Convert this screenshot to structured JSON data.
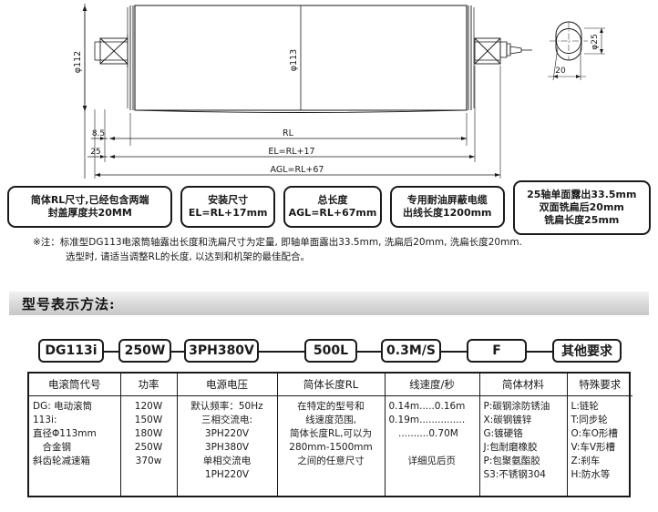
{
  "drawing": {
    "dim_diameter_left": "φ112",
    "dim_diameter_center": "φ113",
    "dim_detail_diameter": "φ25",
    "dim_detail_width": "20",
    "dim_offset_a": "8.5",
    "dim_offset_b": "25",
    "dim_rl": "RL",
    "dim_el": "EL=RL+17",
    "dim_agl": "AGL=RL+67"
  },
  "spec_boxes": [
    {
      "lines": [
        "简体RL尺寸,已经包含两端",
        "封盖厚度共20MM"
      ]
    },
    {
      "lines": [
        "安装尺寸",
        "EL=RL+17mm"
      ]
    },
    {
      "lines": [
        "总长度",
        "AGL=RL+67mm"
      ]
    },
    {
      "lines": [
        "专用耐油屏蔽电缆",
        "出线长度1200mm"
      ]
    },
    {
      "lines": [
        "25轴单面露出33.5mm",
        "双面铣扁后20mm",
        "铣扁长度25mm"
      ]
    }
  ],
  "note": {
    "line1": "※注：标准型DG113电滚筒轴露出长度和洗扁尺寸为定量, 即轴单面露出33.5mm, 洗扁后20mm, 洗扁长度20mm.",
    "line2": "选型时, 请适当调整RL的长度, 以达到和机架的最佳配合。"
  },
  "section_header": {
    "title": "型号表示方法:"
  },
  "model_chain": [
    {
      "label": "DG113i"
    },
    {
      "label": "250W"
    },
    {
      "label": "3PH380V"
    },
    {
      "label": "500L"
    },
    {
      "label": "0.3M/S"
    },
    {
      "label": "F"
    },
    {
      "label": "其他要求"
    }
  ],
  "table": {
    "headers": [
      "电滚筒代号",
      "功率",
      "电源电压",
      "简体长度RL",
      "线速度/秒",
      "简体材料",
      "特殊要求"
    ],
    "columns": [
      {
        "align": "left",
        "lines": [
          "DG: 电动滚筒",
          "113i:",
          "直径Φ113mm",
          "　合金钢",
          "斜齿轮减速箱"
        ]
      },
      {
        "align": "center",
        "lines": [
          "120W",
          "150W",
          "180W",
          "250W",
          "370w"
        ]
      },
      {
        "align": "center",
        "lines": [
          "默认频率：50Hz",
          "三相交流电:",
          "3PH220V",
          "3PH380V",
          "单相交流电",
          "1PH220V"
        ]
      },
      {
        "align": "center",
        "lines": [
          "在特定的型号和",
          "线速度范围,",
          "简体长度RL,可以为",
          "280mm-1500mm",
          "之间的任意尺寸"
        ]
      },
      {
        "align": "left",
        "lines": [
          "0.14m.....0.16m",
          "0.19m...............",
          "　..........0.70M",
          "",
          "　　详细见后页"
        ]
      },
      {
        "align": "left",
        "lines": [
          "P:碳钢涂防锈油",
          "X:碳钢镀锌",
          "G:镀硬铬",
          "J:包耐磨橡胶",
          "P:包聚氨酯胶",
          "S3:不锈钢304"
        ]
      },
      {
        "align": "left",
        "lines": [
          "L:链轮",
          "T:同步轮",
          "O:车O形槽",
          "V:车V形槽",
          "Z:刹车",
          "H:防水等"
        ]
      }
    ]
  }
}
